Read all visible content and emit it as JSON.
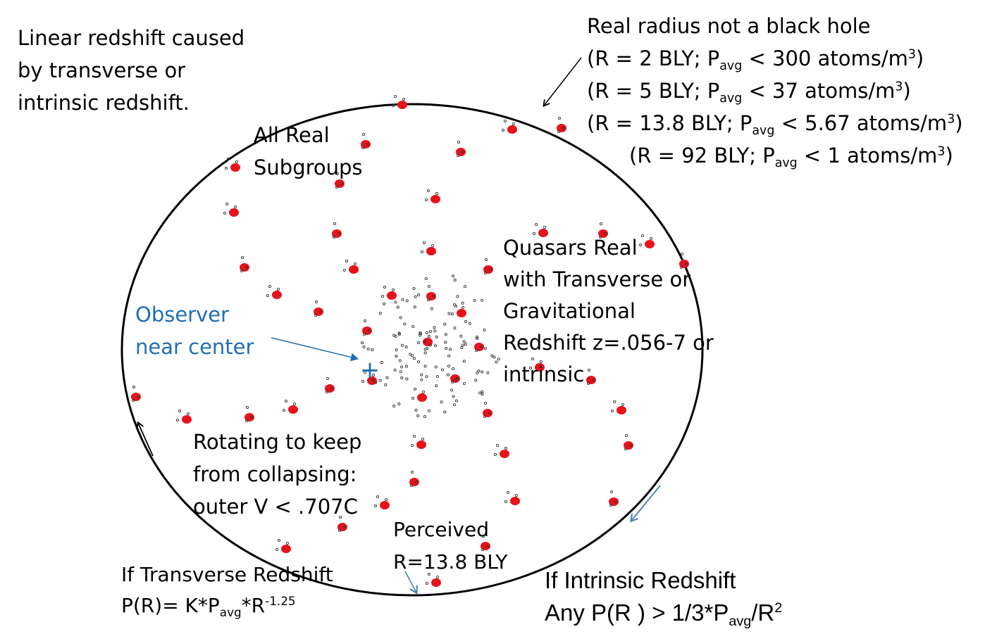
{
  "labels": {
    "top_left": [
      "Linear redshift caused",
      "by transverse or",
      "intrinsic redshift."
    ],
    "all_real": [
      "All Real",
      "Subgroups"
    ],
    "observer": [
      "Observer",
      "near center"
    ],
    "quasars": [
      "Quasars Real",
      "with Transverse or",
      "Gravitational",
      "Redshift z=.056-7 or",
      "intrinsic"
    ],
    "rotating": [
      "Rotating to keep",
      "from collapsing:",
      "outer V < .707C"
    ],
    "perceived": [
      "Perceived",
      "R=13.8 BLY"
    ]
  },
  "real_radius": {
    "title": "Real radius not a black hole",
    "rows": [
      {
        "pre": "(R  = 2 BLY; P",
        "sub": "avg",
        "mid": " < 300 atoms/m",
        "sup": "3",
        "post": ")"
      },
      {
        "pre": "(R  = 5 BLY; P",
        "sub": "avg",
        "mid": " < 37 atoms/m",
        "sup": "3",
        "post": ")"
      },
      {
        "pre": "(R = 13.8 BLY; P",
        "sub": "avg",
        "mid": " < 5.67 atoms/m",
        "sup": "3",
        "post": ")"
      },
      {
        "pre": "(R = 92 BLY; P",
        "sub": "avg",
        "mid": " < 1 atoms/m",
        "sup": "3",
        "post": ")"
      }
    ]
  },
  "transverse": {
    "title": "If Transverse Redshift",
    "formula": {
      "pre": "P(R)= K*P",
      "sub": "avg",
      "mid": "*R",
      "sup": "-1.25"
    }
  },
  "intrinsic": {
    "title": "If Intrinsic Redshift",
    "formula": {
      "pre": "Any P(R ) > 1/3*P",
      "sub": "avg",
      "mid": "/R",
      "sup": "2"
    }
  },
  "observer_marker": "+",
  "colors": {
    "galaxy": "#e8121a",
    "observer_blue": "#1f6fb2",
    "arrow_blue": "#4a7ebb",
    "outline": "#000000"
  }
}
